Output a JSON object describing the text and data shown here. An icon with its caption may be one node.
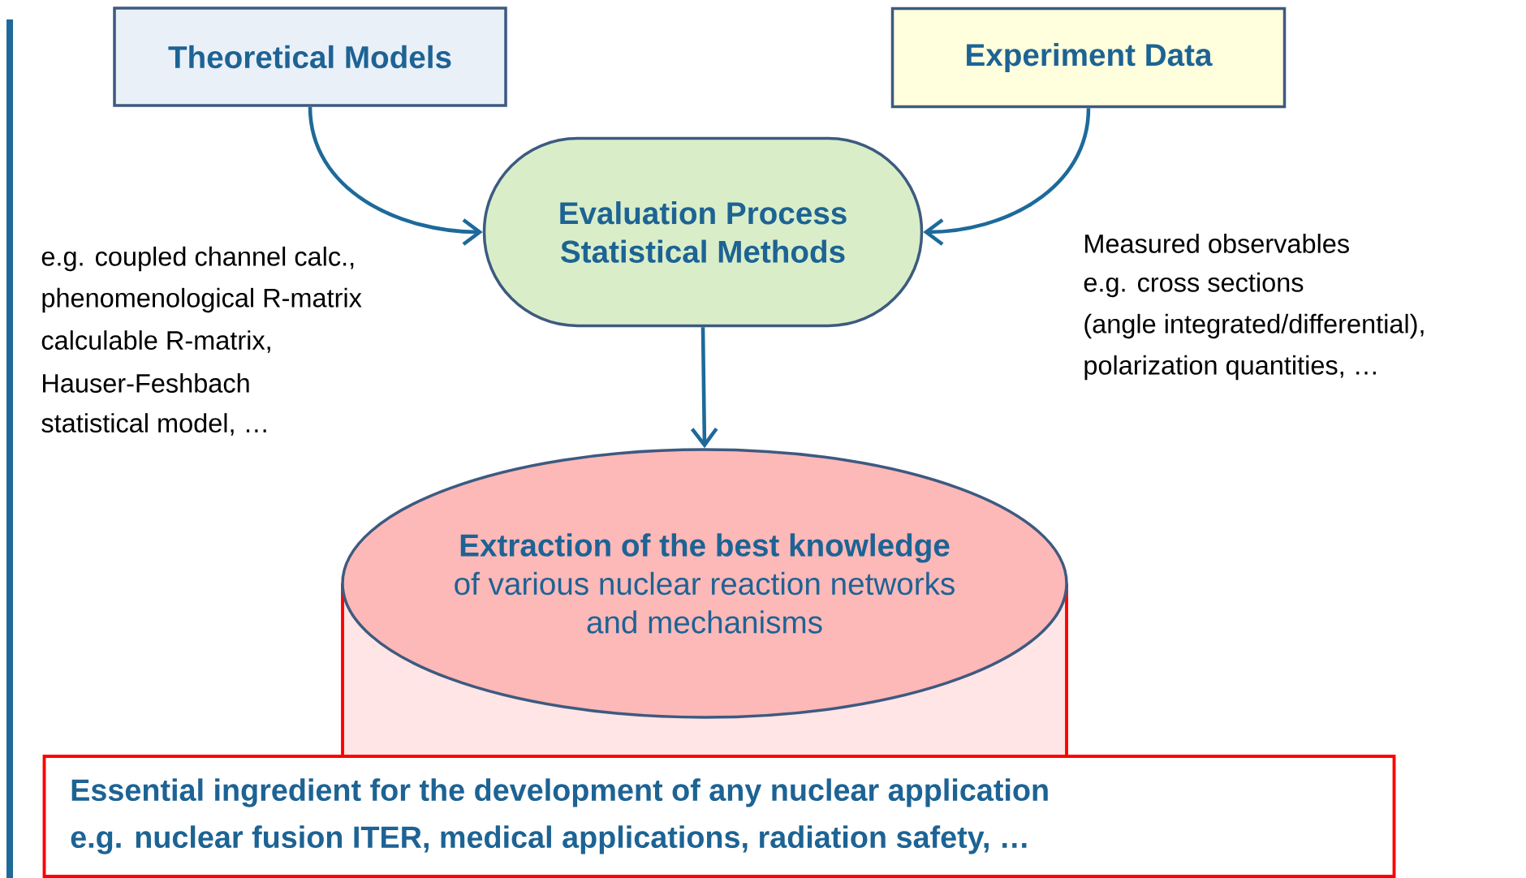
{
  "diagram": {
    "nodes": [
      {
        "text": [
          "Theoretical Models"
        ]
      },
      {
        "text": [
          "Experiment Data"
        ]
      },
      {
        "text": [
          "Evaluation Process Statistical Methods"
        ]
      },
      {
        "text": [
          "Extraction of the best knowledge",
          "of various nuclear reaction networks and mechanisms"
        ]
      },
      {
        "text": [
          "Essential ingredient for the development of any nuclear application",
          "e.g. nuclear fusion ITER, medical applications, radiation safety, …"
        ]
      }
    ],
    "edges": [
      {
        "from": 0,
        "to": 2,
        "arrow": "to"
      },
      {
        "from": 1,
        "to": 2,
        "arrow": "to"
      },
      {
        "from": 2,
        "to": 3,
        "arrow": "to"
      }
    ],
    "labels": [
      "Measured observables",
      "e.g. cross sections",
      "(angle integrated/differential),",
      "polarization quantities, …",
      "e.g. coupled channel calc.,",
      "phenomenological R-matrix",
      "calculable R-matrix,",
      "Hauser-Feshbach",
      "statistical model, …"
    ]
  }
}
